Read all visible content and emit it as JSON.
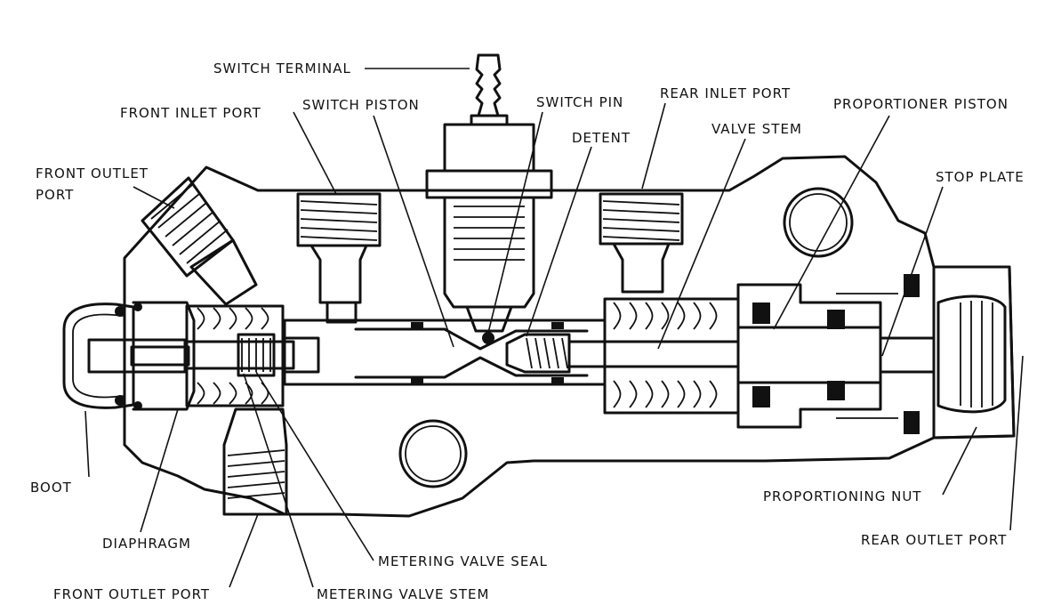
{
  "labels": {
    "switch_terminal": "SWITCH TERMINAL",
    "switch_piston": "SWITCH PISTON",
    "switch_pin": "SWITCH PIN",
    "rear_inlet_port": "REAR INLET PORT",
    "proportioner_piston": "PROPORTIONER PISTON",
    "front_inlet_port": "FRONT INLET PORT",
    "detent": "DETENT",
    "valve_stem": "VALVE STEM",
    "front_outlet_port_top_line1": "FRONT OUTLET",
    "front_outlet_port_top_line2": "PORT",
    "stop_plate": "STOP PLATE",
    "boot": "BOOT",
    "diaphragm": "DIAPHRAGM",
    "metering_valve_seal": "METERING VALVE SEAL",
    "front_outlet_port_bottom": "FRONT OUTLET PORT",
    "metering_valve_stem": "METERING VALVE STEM",
    "proportioning_nut": "PROPORTIONING NUT",
    "rear_outlet_port": "REAR OUTLET PORT"
  }
}
